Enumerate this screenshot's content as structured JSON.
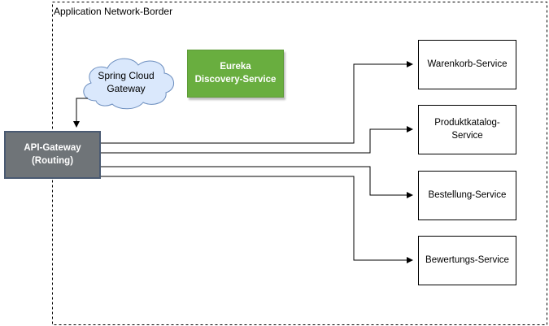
{
  "boundary": {
    "label": "Application Network-Border"
  },
  "cloud": {
    "label": "Spring Cloud\nGateway"
  },
  "gateway": {
    "label": "API-Gateway\n(Routing)"
  },
  "discovery": {
    "label": "Eureka\nDiscovery-Service"
  },
  "services": [
    {
      "label": "Warenkorb-Service"
    },
    {
      "label": "Produktkatalog-\nService"
    },
    {
      "label": "Bestellung-Service"
    },
    {
      "label": "Bewertungs-Service"
    }
  ],
  "colors": {
    "gateway_fill": "#6f7478",
    "gateway_stroke": "#4a5a72",
    "discovery_fill": "#69ae3f",
    "cloud_fill": "#dae8fc",
    "cloud_stroke": "#6c8ebf"
  }
}
